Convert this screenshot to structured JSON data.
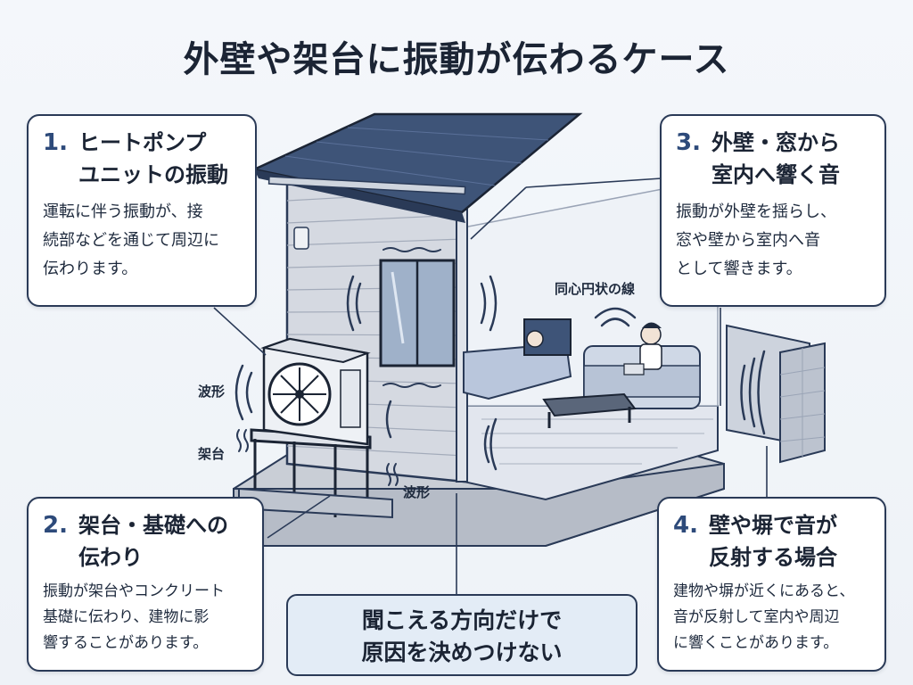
{
  "title": "外壁や架台に振動が伝わるケース",
  "cards": [
    {
      "num": "1.",
      "title_lines": [
        "ヒートポンプ",
        "ユニットの振動"
      ],
      "body_lines": [
        "運転に伴う振動が、接",
        "続部などを通じて周辺に",
        "伝わります。"
      ]
    },
    {
      "num": "2.",
      "title_lines": [
        "架台・基礎への",
        "伝わり"
      ],
      "body_lines": [
        "振動が架台やコンクリート",
        "基礎に伝わり、建物に影",
        "響することがあります。"
      ]
    },
    {
      "num": "3.",
      "title_lines": [
        "外壁・窓から",
        "室内へ響く音"
      ],
      "body_lines": [
        "振動が外壁を揺らし、",
        "窓や壁から室内へ音",
        "として響きます。"
      ]
    },
    {
      "num": "4.",
      "title_lines": [
        "壁や塀で音が",
        "反射する場合"
      ],
      "body_lines": [
        "建物や塀が近くにあると、",
        "音が反射して室内や周辺",
        "に響くことがあります。"
      ]
    }
  ],
  "labels": {
    "wave_left": "波形",
    "stand": "架台",
    "wave_bottom": "波形",
    "concentric": "同心円状の線"
  },
  "center_box": {
    "lines": [
      "聞こえる方向だけで",
      "原因を決めつけない"
    ]
  }
}
